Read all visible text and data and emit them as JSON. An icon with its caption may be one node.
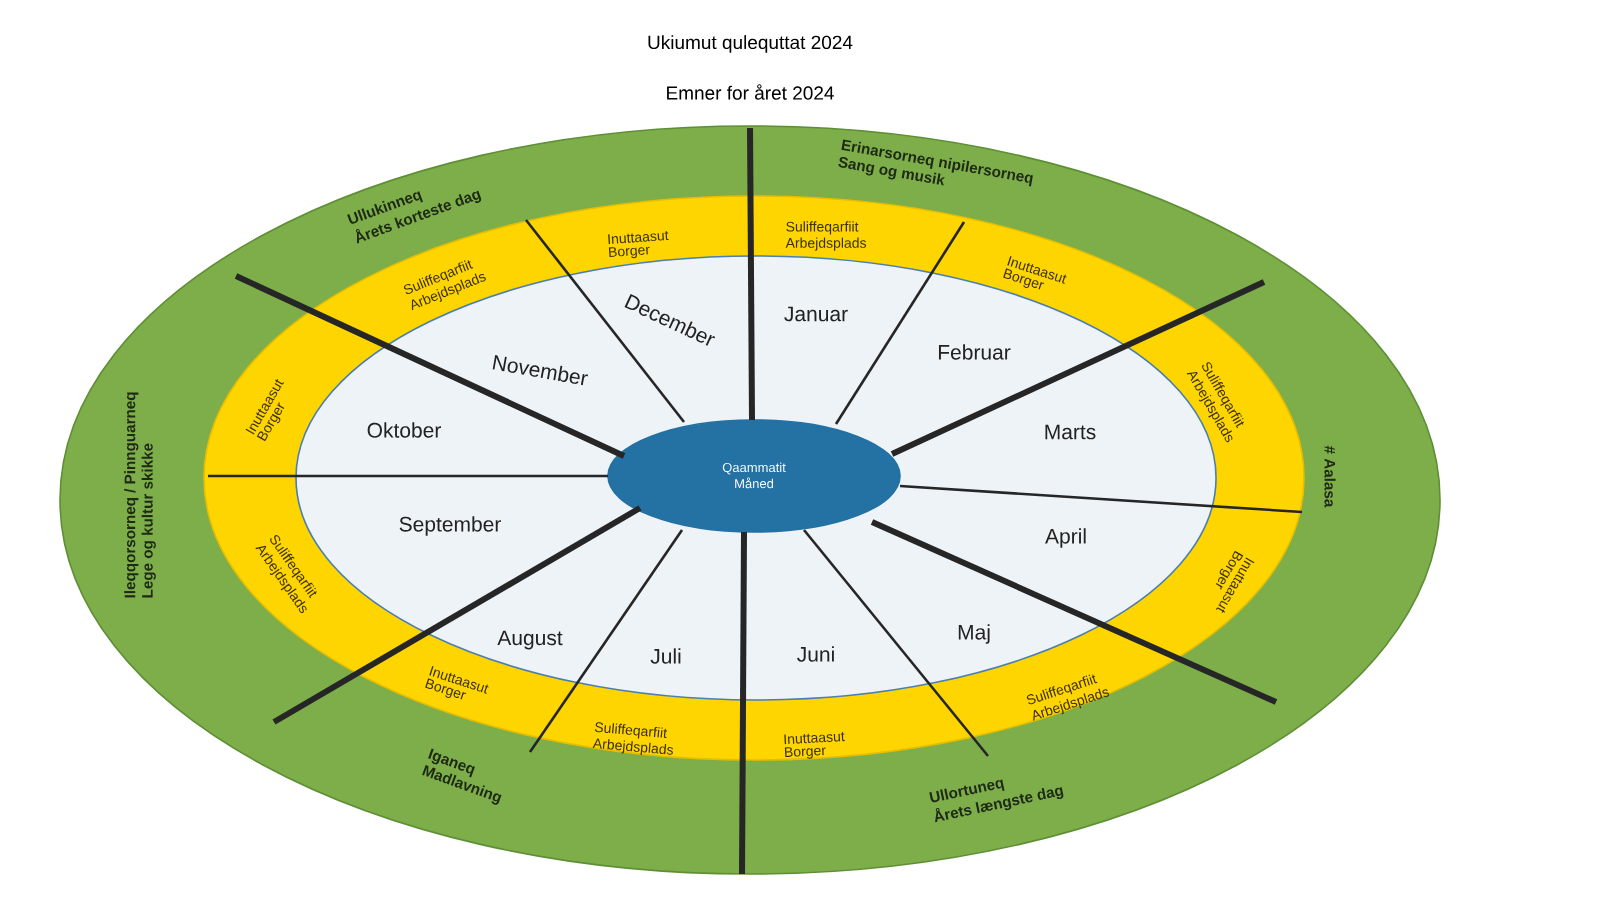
{
  "diagram": {
    "title": "Ukiumut qulequttat 2024",
    "nodes": [
      {
        "text": [
          "Ullukinneq",
          "Årets korteste dag",
          "Erinarsorneq nipilersorneq",
          "Sang og musik",
          "Ileqqorsorneq / Pinnguarneq",
          "Lege og kultur skikke",
          "# Aalasa",
          "Iganeq",
          "Madlavning",
          "Ullortuneq",
          "Årets længste dag"
        ]
      },
      {
        "text": [
          "Suliffeqarfiit",
          "Arbejdsplads",
          "Inuttaasut",
          "Borger",
          "Suliffeqarfiit",
          "Arbejdsplads",
          "Inuttaasut",
          "Borger",
          "Suliffeqarfiit",
          "Arbejdsplads",
          "Inuttaasut",
          "Borger",
          "Suliffeqarfiit",
          "Arbejdsplads",
          "Inuttaasut",
          "Borger",
          "Suliffeqarfiit",
          "Arbejdsplads",
          "Inuttaasut",
          "Borger",
          "Suliffeqarfiit",
          "Arbejdsplads",
          "Inuttaasut",
          "Borger"
        ],
        "in": 0
      },
      {
        "text": [
          "Januar",
          "Februar",
          "Marts",
          "April",
          "Maj",
          "Juni",
          "Juli",
          "August",
          "September",
          "Oktober",
          "November",
          "December"
        ],
        "in": 1
      },
      {
        "text": [
          "Qaammatit",
          "Måned"
        ],
        "in": 2
      }
    ],
    "labels": [
      "Emner for året 2024"
    ]
  }
}
